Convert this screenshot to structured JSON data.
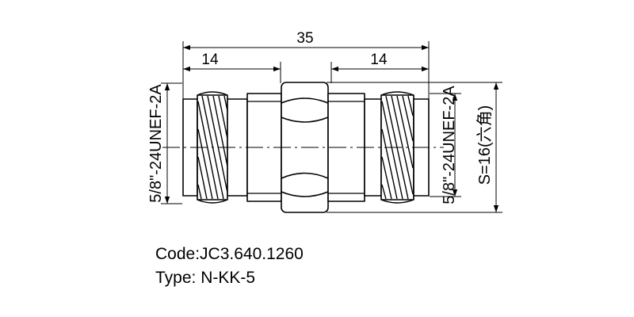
{
  "dimensions": {
    "overall_length": "35",
    "left_thread_length": "14",
    "right_thread_length": "14",
    "left_thread_spec": "5/8\"-24UNEF-2A",
    "right_thread_spec": "5/8\"-24UNEF-2A",
    "hex_size": "S=16(六角)"
  },
  "info": {
    "code": "Code:JC3.640.1260",
    "type": "Type: N-KK-5"
  },
  "colors": {
    "line": "#000000",
    "background": "#ffffff"
  }
}
